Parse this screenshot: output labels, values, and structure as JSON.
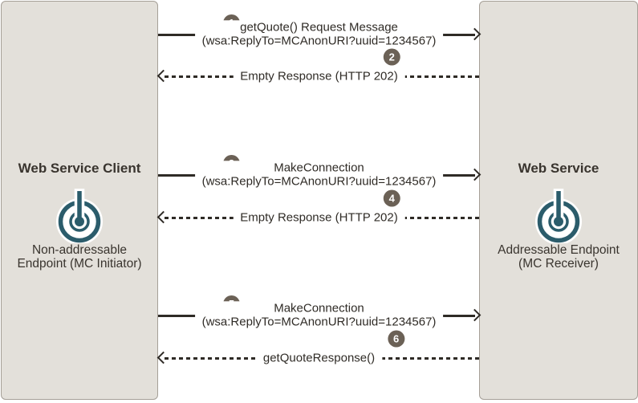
{
  "diagram": {
    "left_panel": {
      "title": "Web Service Client",
      "icon": "endpoint-target-icon",
      "caption": [
        "Non-addressable",
        "Endpoint (MC Initiator)"
      ]
    },
    "right_panel": {
      "title": "Web Service",
      "icon": "endpoint-target-icon",
      "caption": [
        "Addressable Endpoint",
        "(MC Receiver)"
      ]
    },
    "messages": [
      {
        "step": "1",
        "direction": "client-to-service",
        "line_style": "solid",
        "text": "getQuote() Request Message",
        "text2": "(wsa:ReplyTo=MCAnonURI?uuid=1234567)"
      },
      {
        "step": "2",
        "direction": "service-to-client",
        "line_style": "dashed",
        "text": "Empty Response (HTTP 202)"
      },
      {
        "step": "3",
        "direction": "client-to-service",
        "line_style": "solid",
        "text": "MakeConnection",
        "text2": "(wsa:ReplyTo=MCAnonURI?uuid=1234567)"
      },
      {
        "step": "4",
        "direction": "service-to-client",
        "line_style": "dashed",
        "text": "Empty Response (HTTP 202)"
      },
      {
        "step": "5",
        "direction": "client-to-service",
        "line_style": "solid",
        "text": "MakeConnection",
        "text2": "(wsa:ReplyTo=MCAnonURI?uuid=1234567)"
      },
      {
        "step": "6",
        "direction": "service-to-client",
        "line_style": "dashed",
        "text": "getQuoteResponse()"
      }
    ],
    "colors": {
      "background": "#ffffff",
      "panel_fill": "#e3e0da",
      "panel_border": "#a59f97",
      "line": "#2f2b26",
      "badge": "#6b6156",
      "icon_teal": "#2b5c6b",
      "label_text": "#39342e"
    }
  }
}
